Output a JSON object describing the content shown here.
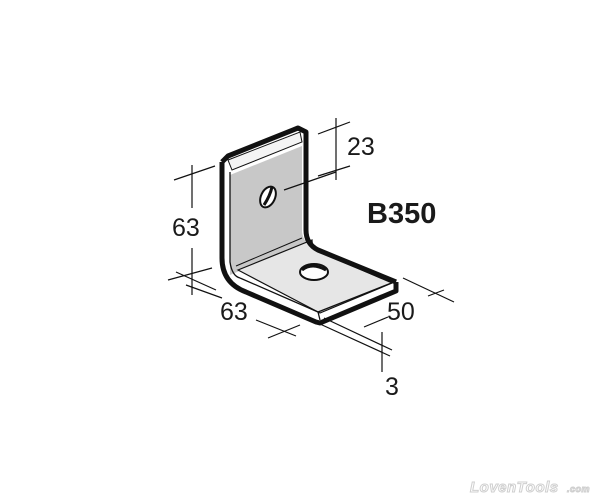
{
  "diagram": {
    "type": "technical-drawing",
    "subject": "angle bracket",
    "model_label": "B350",
    "dimensions": {
      "height": "63",
      "width": "63",
      "depth": "50",
      "hole_offset": "23",
      "thickness": "3"
    },
    "colors": {
      "outline": "#111111",
      "vertical_face": "#c8c8c8",
      "horizontal_face": "#e4e4e4",
      "edge_face": "#f4f4f4"
    }
  },
  "watermark": {
    "brand": "LovenTools",
    "suffix": ".com"
  }
}
